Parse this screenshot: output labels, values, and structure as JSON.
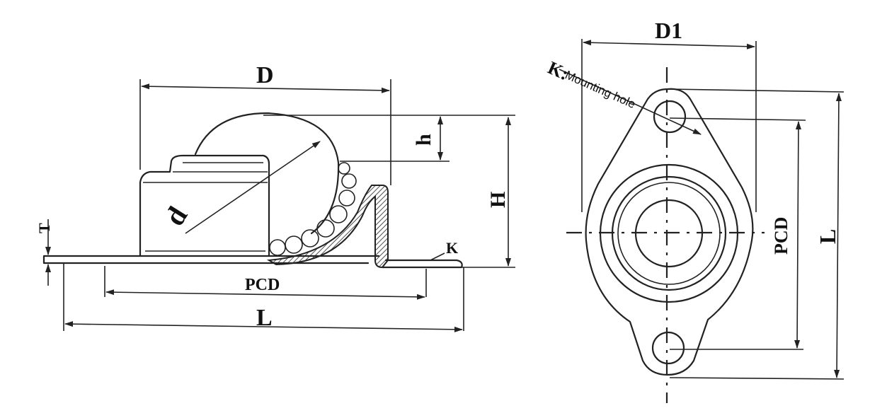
{
  "side_view": {
    "labels": {
      "D": "D",
      "h": "h",
      "H": "H",
      "d": "d",
      "T": "T",
      "K": "K",
      "PCD": "PCD",
      "L": "L"
    }
  },
  "top_view": {
    "labels": {
      "D1": "D1",
      "K_prefix": "K:",
      "K_text": "Mounting hole",
      "PCD": "PCD",
      "L": "L"
    }
  }
}
